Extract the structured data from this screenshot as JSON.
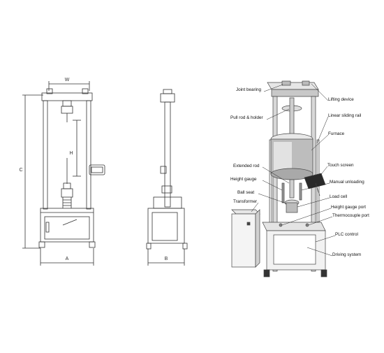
{
  "front_view": {
    "dims": {
      "top_width": "W",
      "height": "H",
      "overall_height": "C",
      "base_width": "A"
    }
  },
  "side_view": {
    "dims": {
      "base_depth": "B"
    }
  },
  "callouts": {
    "left": [
      "Joint bearing",
      "Pull rod & holder",
      "Extended rod",
      "Height gauge",
      "Ball seat",
      "Transformer"
    ],
    "right": [
      "Lifting device",
      "Linear sliding rail",
      "Furnace",
      "Touch screen",
      "Manual unloading",
      "Load cell",
      "Height gauge port",
      "Thermocouple port",
      "PLC control",
      "Driving system"
    ]
  }
}
